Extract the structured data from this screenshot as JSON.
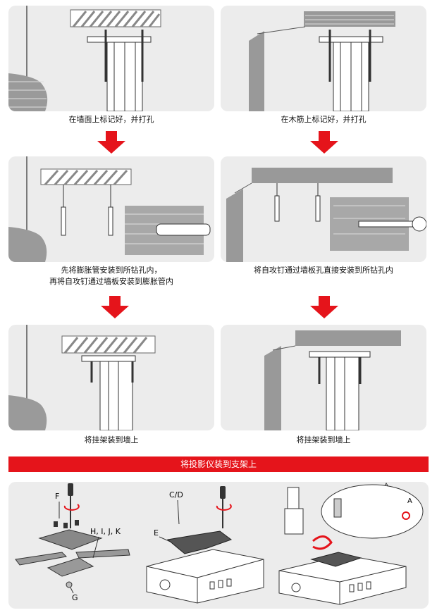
{
  "captions": {
    "step1_left": "在墙面上标记好，并打孔",
    "step1_right": "在木筋上标记好，并打孔",
    "step2_left_line1": "先将膨胀管安装到所钻孔内，",
    "step2_left_line2": "再将自攻钉通过墙板安装到膨胀管内",
    "step2_right": "将自攻钉通过墙板孔直接安装到所钻孔内",
    "step3_left": "将挂架装到墙上",
    "step3_right": "将挂架装到墙上"
  },
  "banner": {
    "text": "将投影仪装到支架上"
  },
  "labels": {
    "F": "F",
    "HIJK": "H, I, J, K",
    "G": "G",
    "CD": "C/D",
    "E": "E",
    "A": "A"
  },
  "colors": {
    "accent_red": "#e5141b",
    "panel_bg": "#ececec"
  },
  "icons": [
    "down-arrow-icon",
    "warning-triangle-icon",
    "screwdriver-icon",
    "rotate-arrow-icon"
  ]
}
